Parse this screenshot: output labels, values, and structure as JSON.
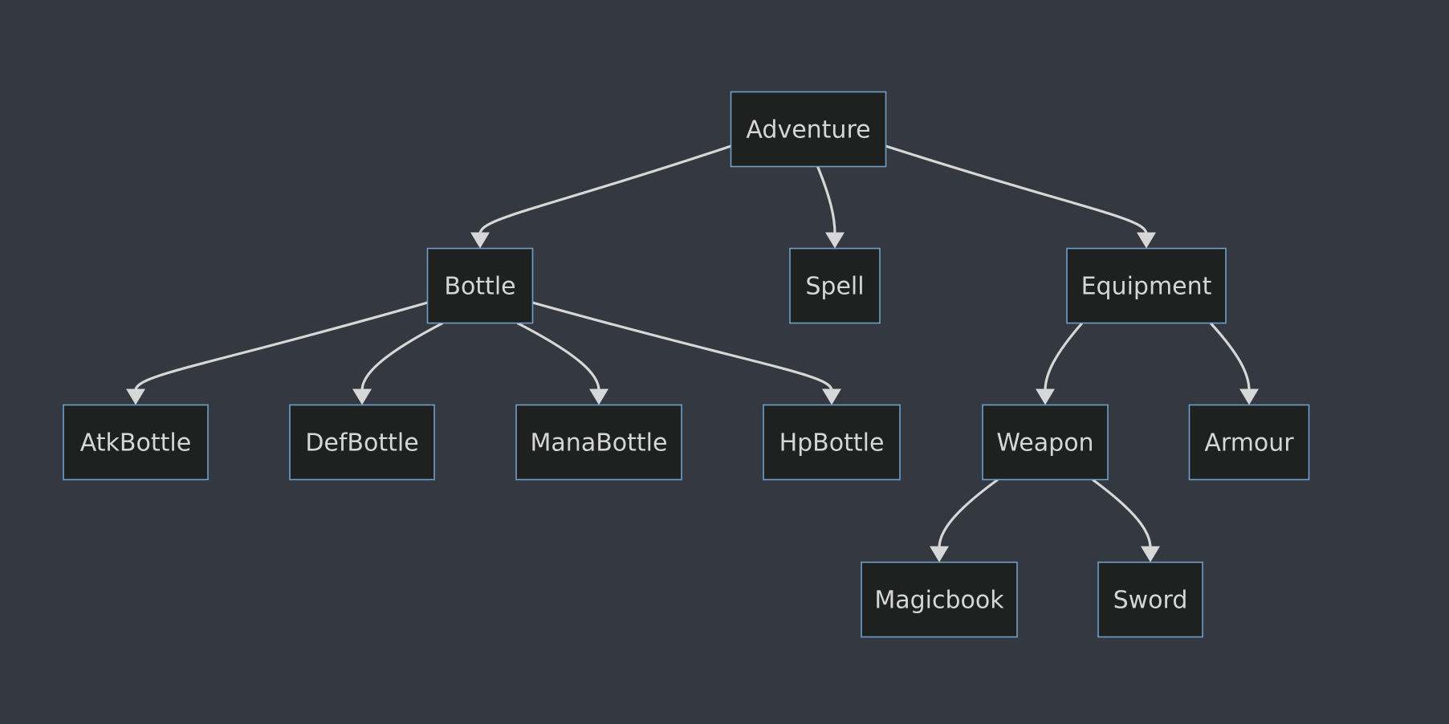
{
  "diagram": {
    "nodes": [
      {
        "id": "adventure",
        "label": "Adventure"
      },
      {
        "id": "bottle",
        "label": "Bottle"
      },
      {
        "id": "spell",
        "label": "Spell"
      },
      {
        "id": "equipment",
        "label": "Equipment"
      },
      {
        "id": "atkbottle",
        "label": "AtkBottle"
      },
      {
        "id": "defbottle",
        "label": "DefBottle"
      },
      {
        "id": "manabottle",
        "label": "ManaBottle"
      },
      {
        "id": "hpbottle",
        "label": "HpBottle"
      },
      {
        "id": "weapon",
        "label": "Weapon"
      },
      {
        "id": "armour",
        "label": "Armour"
      },
      {
        "id": "magicbook",
        "label": "Magicbook"
      },
      {
        "id": "sword",
        "label": "Sword"
      }
    ],
    "edges": [
      {
        "from": "adventure",
        "to": "bottle"
      },
      {
        "from": "adventure",
        "to": "spell"
      },
      {
        "from": "adventure",
        "to": "equipment"
      },
      {
        "from": "bottle",
        "to": "atkbottle"
      },
      {
        "from": "bottle",
        "to": "defbottle"
      },
      {
        "from": "bottle",
        "to": "manabottle"
      },
      {
        "from": "bottle",
        "to": "hpbottle"
      },
      {
        "from": "equipment",
        "to": "weapon"
      },
      {
        "from": "equipment",
        "to": "armour"
      },
      {
        "from": "weapon",
        "to": "magicbook"
      },
      {
        "from": "weapon",
        "to": "sword"
      }
    ]
  }
}
